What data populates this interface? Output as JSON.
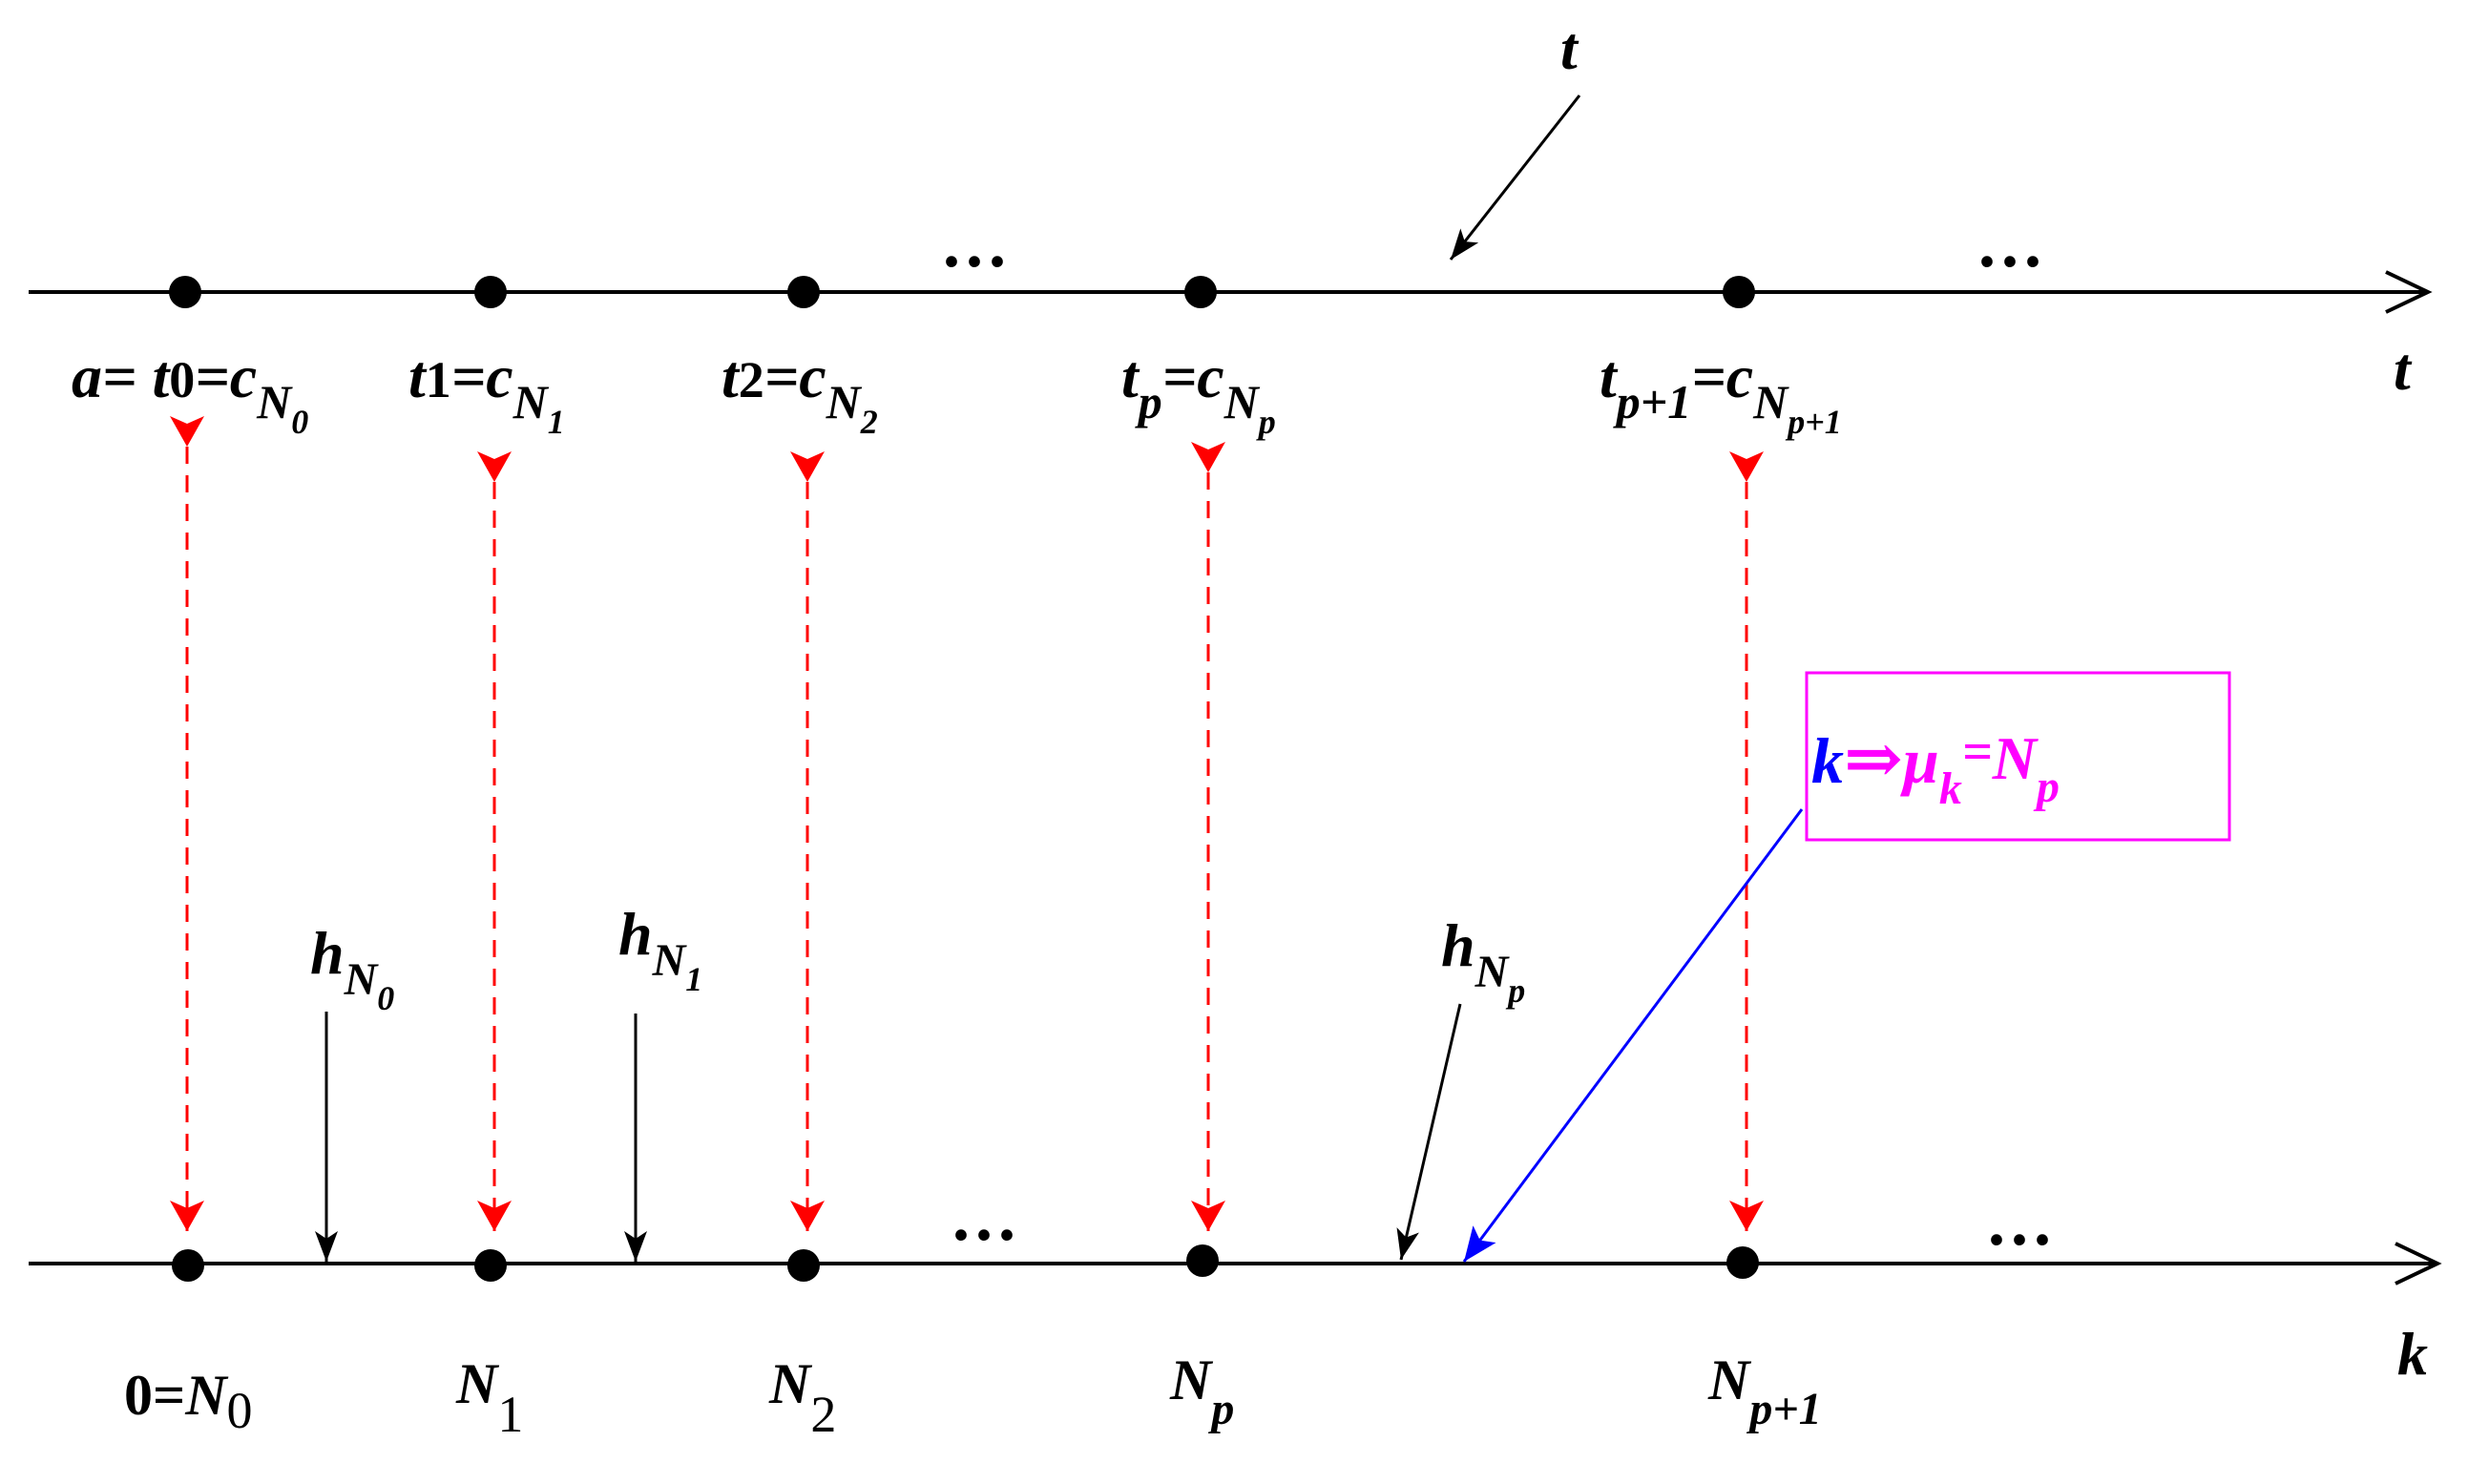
{
  "axes": {
    "top": {
      "label": "t",
      "pointer_label": "t"
    },
    "bottom": {
      "label": "k"
    }
  },
  "ellipsis": "···",
  "top_labels": [
    {
      "pre": "a= ",
      "var": "t",
      "sub": "0",
      "sub_italic": false,
      "mid": "=c",
      "cvar": "N",
      "csub": "0"
    },
    {
      "pre": "",
      "var": "t",
      "sub": "1",
      "sub_italic": false,
      "mid": "=c",
      "cvar": "N",
      "csub": "1"
    },
    {
      "pre": "",
      "var": "t",
      "sub": "2",
      "sub_italic": false,
      "mid": "=c",
      "cvar": "N",
      "csub": "2"
    },
    {
      "pre": "",
      "var": "t",
      "sub": "p",
      "sub_italic": true,
      "mid": "=c",
      "cvar": "N",
      "csub": "p"
    },
    {
      "pre": "",
      "var": "t",
      "sub": "p+1",
      "sub_italic": false,
      "mid": "=c",
      "cvar": "N",
      "csub": "p+1"
    }
  ],
  "bottom_labels": [
    {
      "pre": "0=",
      "var": "N",
      "sub": "0",
      "sub_italic": false
    },
    {
      "pre": "",
      "var": "N",
      "sub": "1",
      "sub_italic": false
    },
    {
      "pre": "",
      "var": "N",
      "sub": "2",
      "sub_italic": false
    },
    {
      "pre": "",
      "var": "N",
      "sub": "p",
      "sub_italic": true
    },
    {
      "pre": "",
      "var": "N",
      "sub": "p+1",
      "sub_italic": false
    }
  ],
  "h_labels": [
    {
      "var": "h",
      "sub": "N",
      "subsub": "0"
    },
    {
      "var": "h",
      "sub": "N",
      "subsub": "1"
    },
    {
      "var": "h",
      "sub": "N",
      "subsub": "p"
    }
  ],
  "callout": {
    "k": "k",
    "implies": "⇒",
    "mu": "μ",
    "mu_sub": "k",
    "eq": "=",
    "n": "N",
    "n_sub": "p"
  },
  "colors": {
    "axis": "#000000",
    "dashed_arrow": "#ff0000",
    "callout_border": "#ff00ff",
    "callout_text": "#ff00ff",
    "k_text": "#0000ff",
    "blue_arrow": "#0000ff"
  }
}
